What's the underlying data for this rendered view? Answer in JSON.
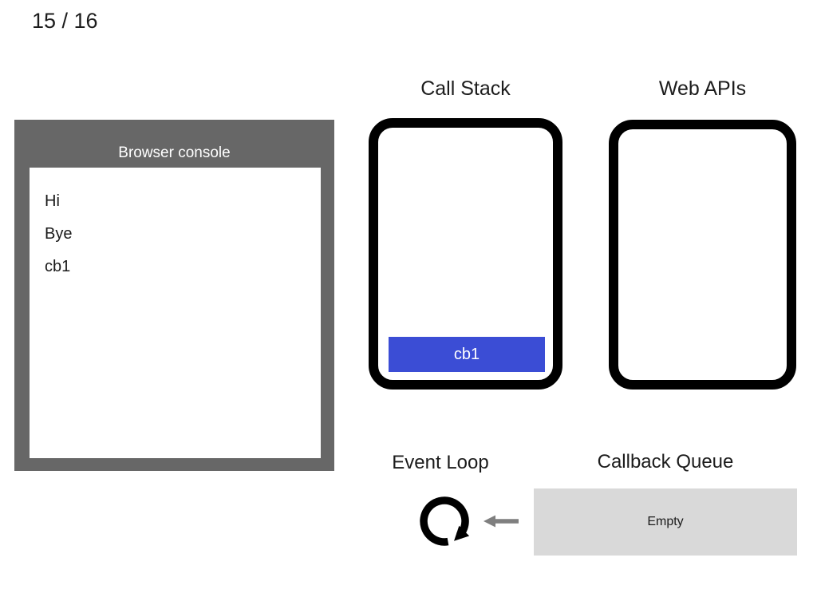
{
  "page": {
    "indicator": "15 / 16"
  },
  "console": {
    "title": "Browser console",
    "logs": [
      "Hi",
      "Bye",
      "cb1"
    ],
    "frame_color": "#676767",
    "text_color": "#1a1a1a"
  },
  "call_stack": {
    "title": "Call Stack",
    "frames": [
      {
        "label": "cb1",
        "fill": "#3b4dd5",
        "text_color": "#ffffff"
      }
    ]
  },
  "web_apis": {
    "title": "Web APIs",
    "items": []
  },
  "event_loop": {
    "title": "Event Loop",
    "loop_icon": "circular-clockwise-arrow",
    "icon_color": "#000000"
  },
  "flow": {
    "arrow_icon": "left-arrow",
    "arrow_color": "#7f7f7f"
  },
  "callback_queue": {
    "title": "Callback Queue",
    "state": "Empty",
    "box_fill": "#d9d9d9"
  }
}
